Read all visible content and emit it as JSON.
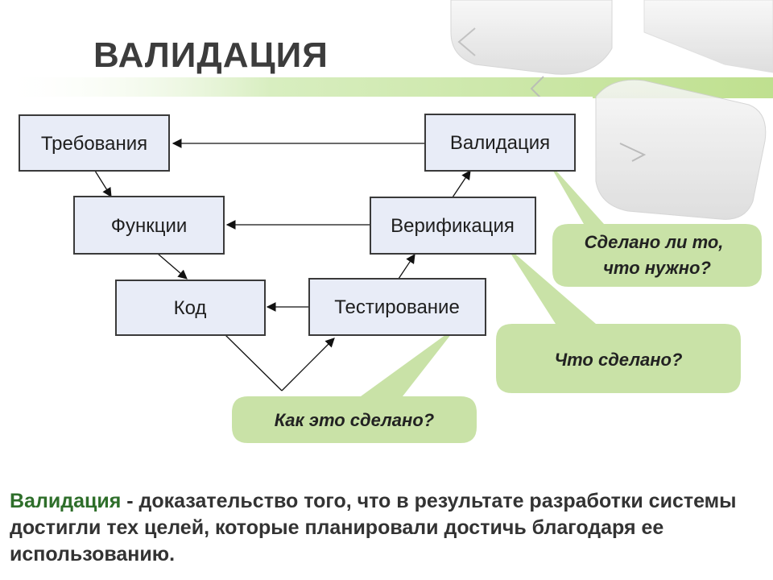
{
  "slide": {
    "title": "ВАЛИДАЦИЯ"
  },
  "diagram": {
    "nodes": {
      "requirements": "Требования",
      "functions": "Функции",
      "code": "Код",
      "validation": "Валидация",
      "verification": "Верификация",
      "testing": "Тестирование"
    },
    "callouts": {
      "validation_q_line1": "Сделано ли то,",
      "validation_q_line2": "что нужно?",
      "verification_q": "Что сделано?",
      "testing_q": "Как это сделано?"
    }
  },
  "caption": {
    "term": "Валидация",
    "separator": " - ",
    "definition": "доказательство того, что в результате разработки системы достигли тех целей, которые планировали достичь благодаря ее использованию."
  },
  "colors": {
    "node_fill": "#e8ecf7",
    "node_border": "#3a3a3a",
    "callout_fill": "#c9e2a7",
    "accent_band": "#c9e6a0",
    "caption_term": "#2e6e2a"
  }
}
